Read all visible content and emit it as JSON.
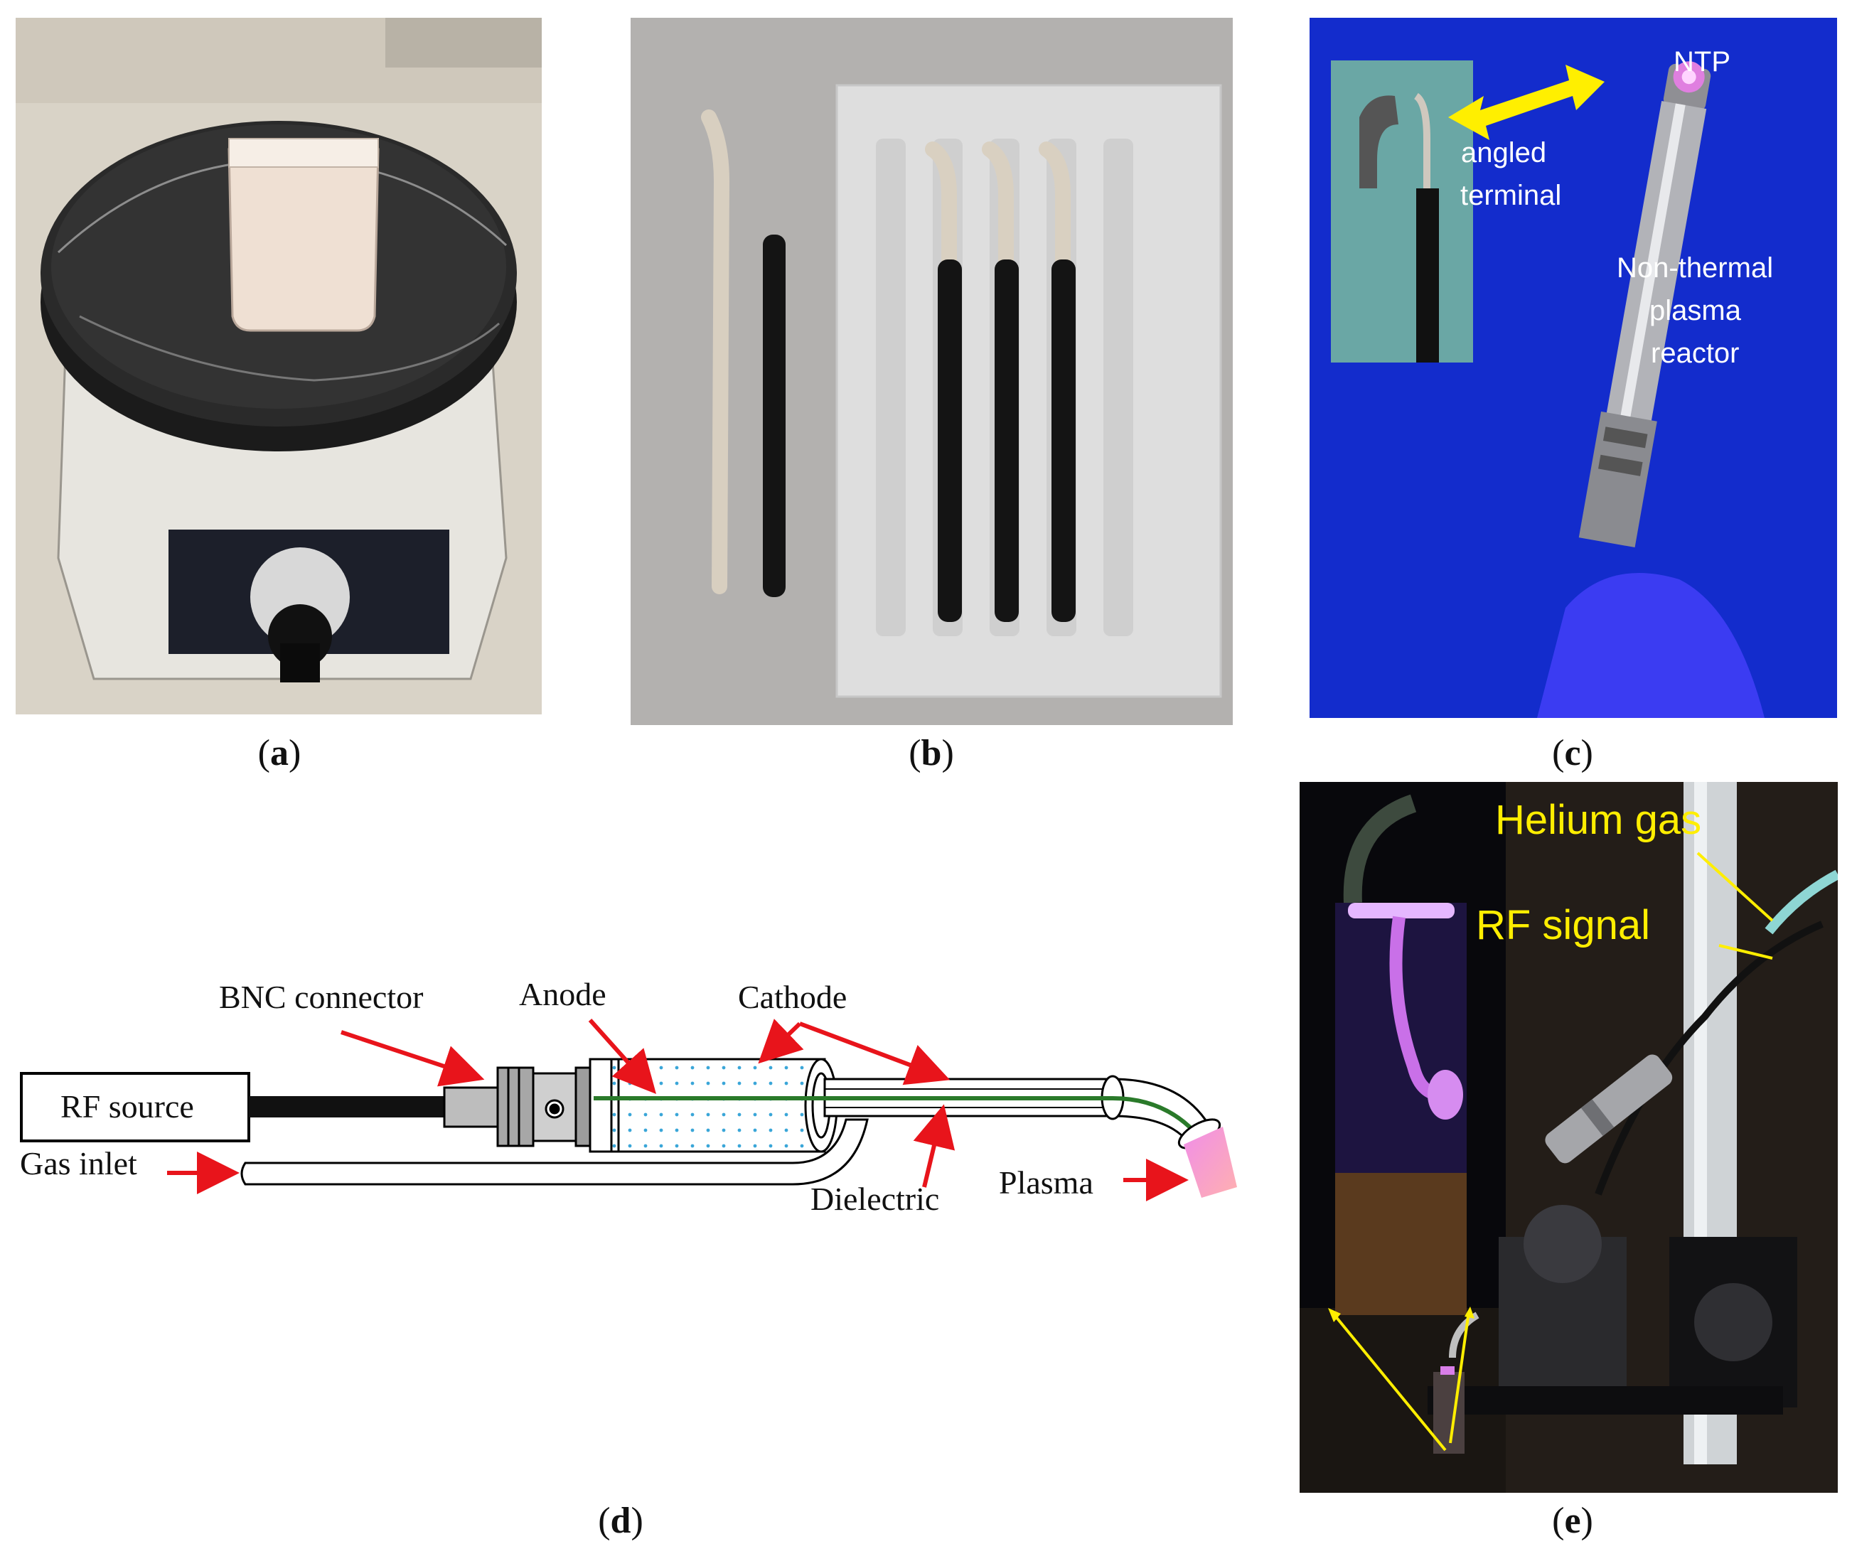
{
  "panels": {
    "a": {
      "caption": "a"
    },
    "b": {
      "caption": "b"
    },
    "c": {
      "caption": "c",
      "labels": {
        "ntp": "NTP",
        "angled_line1": "angled",
        "angled_line2": "terminal",
        "reactor_line1": "Non-thermal",
        "reactor_line2": "plasma",
        "reactor_line3": "reactor"
      }
    },
    "d": {
      "caption": "d",
      "labels": {
        "bnc": "BNC connector",
        "anode": "Anode",
        "cathode": "Cathode",
        "rf_source": "RF source",
        "gas_inlet": "Gas inlet",
        "dielectric": "Dielectric",
        "plasma": "Plasma"
      }
    },
    "e": {
      "caption": "e",
      "labels": {
        "helium": "Helium gas",
        "rf_signal": "RF signal"
      }
    }
  },
  "colors": {
    "arrow_red": "#e8141b",
    "label_yellow": "#ffee00",
    "glove_blue": "#1a3de0",
    "plasma_pink": "#ee66dd"
  }
}
